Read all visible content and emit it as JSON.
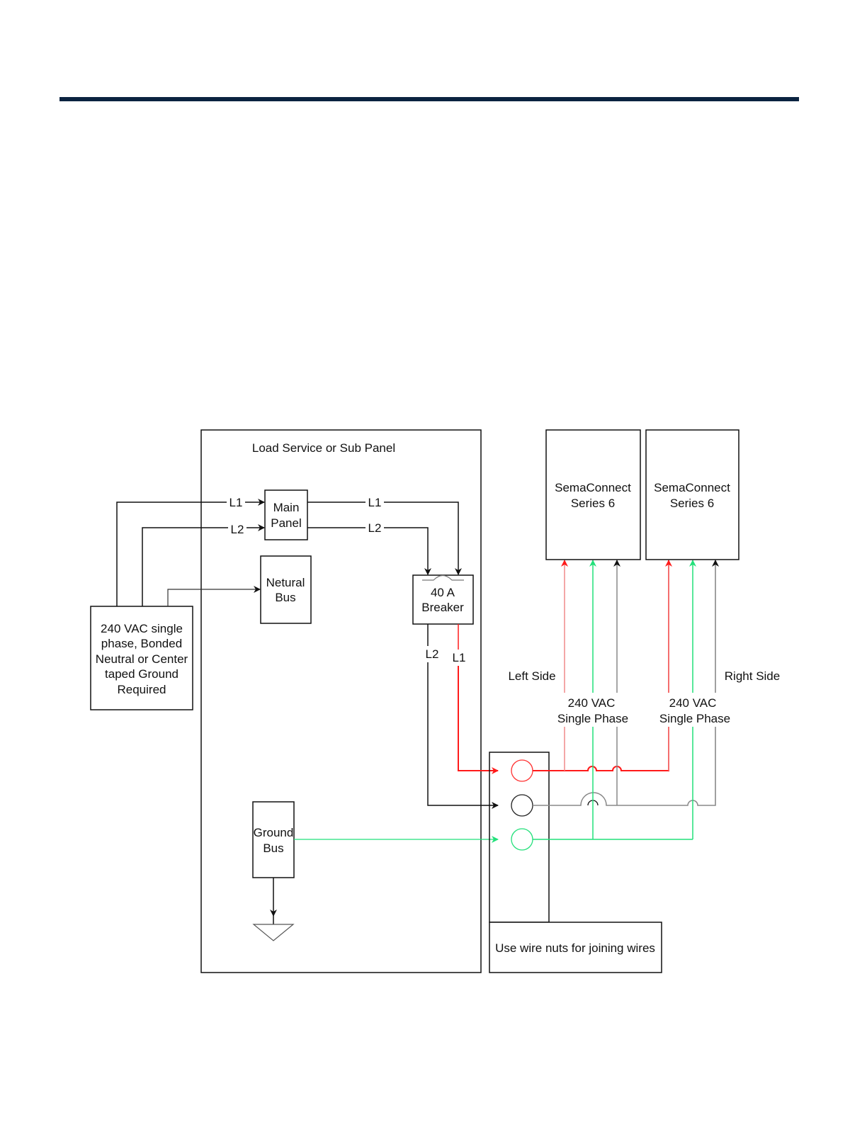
{
  "colors": {
    "header_rule": "#0b2340",
    "line1_wire": "#ff1a1a",
    "line2_wire": "#222222",
    "ground_wire": "#22e07a",
    "line1_wire_light": "#f08a8a",
    "line2_wire_light": "#888888"
  },
  "diagram": {
    "panel_title": "Load Service or Sub Panel",
    "main_panel": [
      "Main",
      "Panel"
    ],
    "neutral_bus": [
      "Netural",
      "Bus"
    ],
    "breaker": [
      "40 A",
      "Breaker"
    ],
    "ground_bus": [
      "Ground",
      "Bus"
    ],
    "source_box": [
      "240 VAC single",
      "phase, Bonded",
      "Neutral or Center",
      "taped Ground",
      "Required"
    ],
    "charger_left": [
      "SemaConnect",
      "Series 6"
    ],
    "charger_right": [
      "SemaConnect",
      "Series 6"
    ],
    "wire_labels": {
      "src_l1": "L1",
      "src_l2": "L2",
      "main_l1": "L1",
      "main_l2": "L2",
      "breaker_l2": "L2",
      "breaker_l1": "L1"
    },
    "left_side_label": "Left Side",
    "right_side_label": "Right Side",
    "supply_left": [
      "240 VAC",
      "Single Phase"
    ],
    "supply_right": [
      "240 VAC",
      "Single Phase"
    ],
    "wire_nut_note": "Use wire nuts for joining wires"
  }
}
